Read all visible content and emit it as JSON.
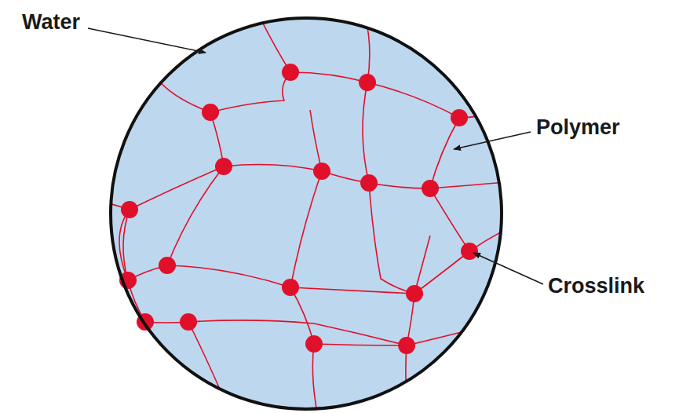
{
  "diagram": {
    "labels": [
      "Water",
      "Polymer",
      "Crosslink"
    ]
  }
}
